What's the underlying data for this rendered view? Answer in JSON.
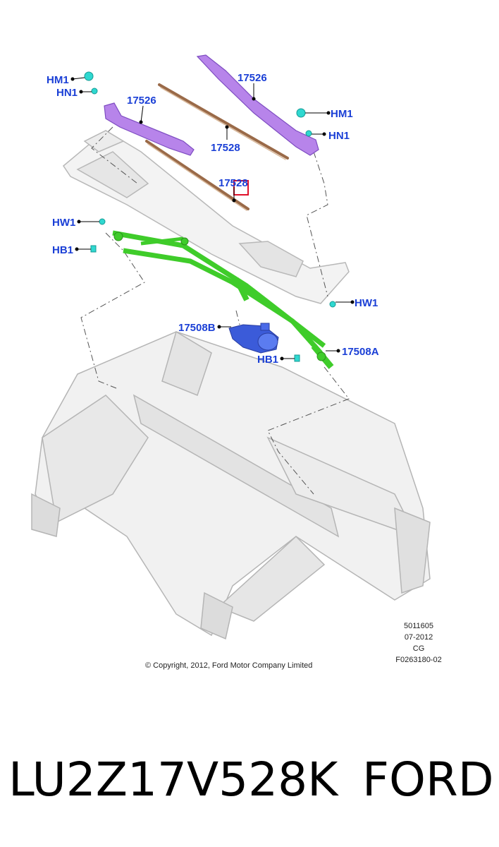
{
  "callouts": {
    "hm1_left": "HM1",
    "hn1_left": "HN1",
    "arm_left": "17526",
    "arm_right": "17526",
    "blade_upper": "17528",
    "blade_lower": "17528",
    "hm1_right": "HM1",
    "hn1_right": "HN1",
    "hw1_left": "HW1",
    "hb1_left": "HB1",
    "hw1_right": "HW1",
    "motor": "17508B",
    "linkage": "17508A",
    "hb1_right": "HB1"
  },
  "meta": {
    "line1": "5011605",
    "line2": "07-2012",
    "line3": "CG",
    "line4": "F0263180-02"
  },
  "copyright": "© Copyright, 2012, Ford Motor Company Limited",
  "footer": {
    "part_number": "LU2Z17V528K",
    "brand": "FORD"
  },
  "colors": {
    "callout": "#1a3fd6",
    "wiper_arm": "#a66ee0",
    "wiper_blade": "#b08060",
    "linkage": "#3fcc2a",
    "motor": "#3b5bd9",
    "fastener": "#2fd8d0",
    "highlight_box": "#e0102a"
  }
}
